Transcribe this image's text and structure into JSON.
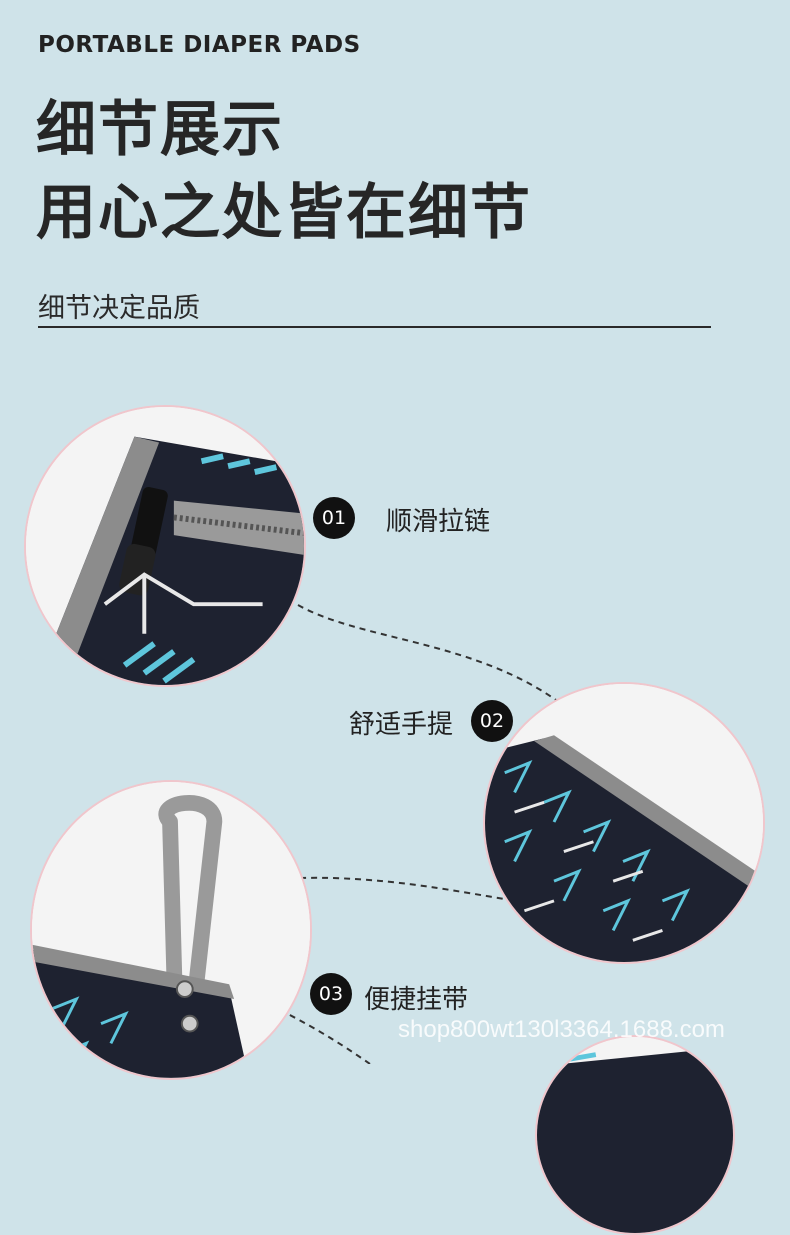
{
  "header": {
    "eyebrow": "PORTABLE DIAPER PADS",
    "headline_line1": "细节展示",
    "headline_line2": "用心之处皆在细节",
    "subhead": "细节决定品质"
  },
  "details": [
    {
      "number": "01",
      "label": "顺滑拉链",
      "icon": "zipper"
    },
    {
      "number": "02",
      "label": "舒适手提",
      "icon": "handle-edge"
    },
    {
      "number": "03",
      "label": "便捷挂带",
      "icon": "wrist-strap"
    }
  ],
  "watermark": "shop800wt130l3364.1688.com",
  "colors": {
    "background": "#cfe3e9",
    "circle_border": "#f0c6cc",
    "badge": "#111111",
    "fabric": "#1e2230",
    "accent": "#5ec6dc",
    "trim": "#8c8c8c"
  }
}
